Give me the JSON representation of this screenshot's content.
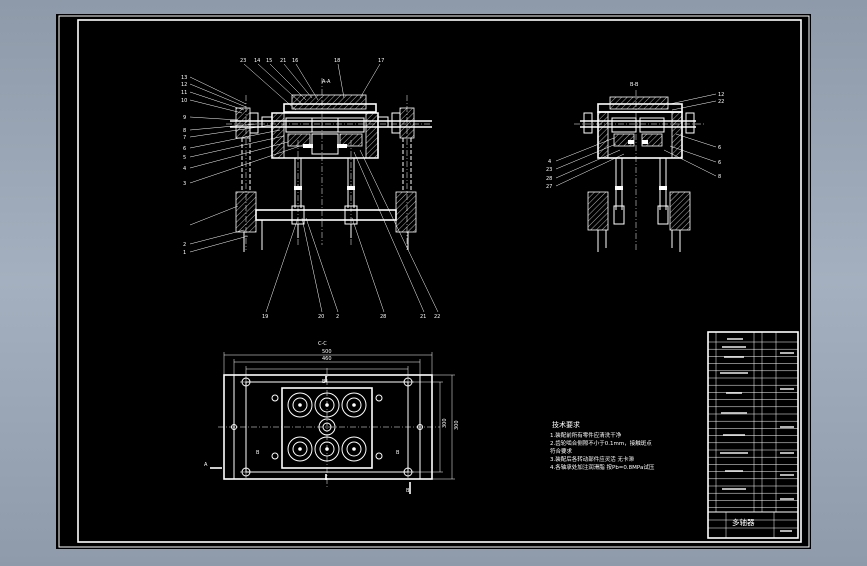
{
  "drawing": {
    "front_view": {
      "section_label": "A-A",
      "part_labels_left": [
        "13",
        "12",
        "11",
        "10",
        "9",
        "8",
        "7",
        "6",
        "5",
        "4",
        "3",
        "2",
        "1"
      ],
      "part_labels_top": [
        "23",
        "14",
        "15",
        "21",
        "16",
        "18",
        "17"
      ],
      "part_labels_bottom": [
        "19",
        "20",
        "2",
        "28",
        "21",
        "22"
      ]
    },
    "side_view": {
      "section_label": "B-B",
      "part_labels_left": [
        "4",
        "23",
        "28",
        "27"
      ],
      "part_labels_right": [
        "12",
        "22",
        "6",
        "6",
        "8"
      ]
    },
    "plan_view": {
      "section_label": "C-C",
      "dimensions": [
        "500",
        "460",
        "300",
        "300"
      ],
      "markers": [
        "B",
        "B",
        "B",
        "B",
        "A"
      ]
    },
    "technical_requirements": {
      "title": "技术要求",
      "lines": [
        "1.装配前所有零件应清洗干净",
        "2.齿轮啮合侧隙不小于0.1mm，接触斑点",
        "  符合要求",
        "3.装配后各转动部件应灵活 无卡滞",
        "4.各轴承处加注润滑脂 按Pb=0.8MPa试压"
      ]
    },
    "title_block": {
      "drawing_title": "多轴器"
    }
  },
  "colors": {
    "canvas": "#000000",
    "lines": "#ffffff",
    "window_background": "#98a4b3"
  }
}
